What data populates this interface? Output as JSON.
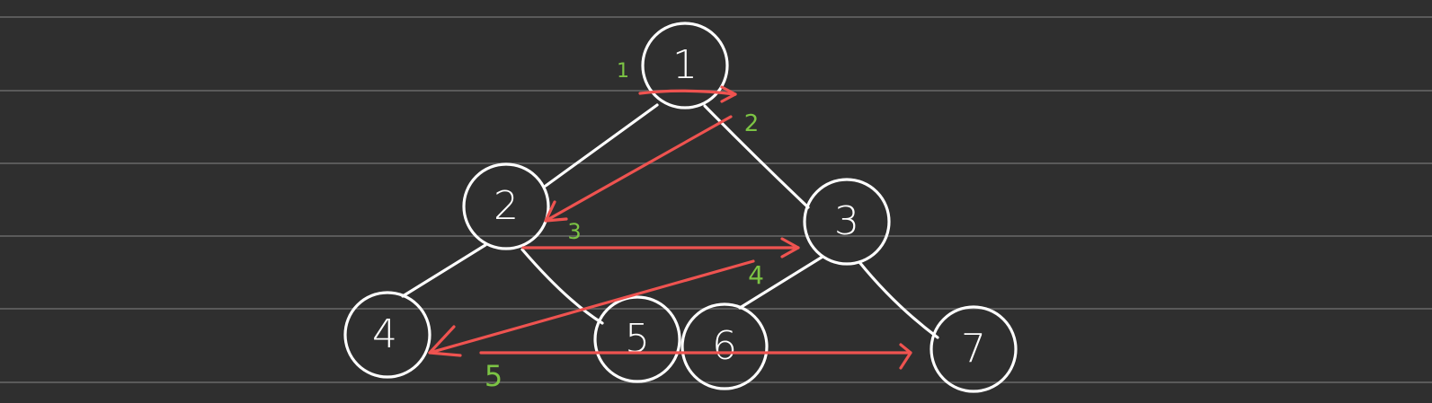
{
  "colors": {
    "background": "#2f2f2f",
    "ruled_lines": "#5a5a5a",
    "tree": "#ffffff",
    "traversal_arrows": "#ef5350",
    "step_numbers": "#7cc444"
  },
  "nodes": [
    "1",
    "2",
    "3",
    "4",
    "5",
    "6",
    "7"
  ],
  "step_labels": [
    "1",
    "2",
    "3",
    "4",
    "5"
  ]
}
